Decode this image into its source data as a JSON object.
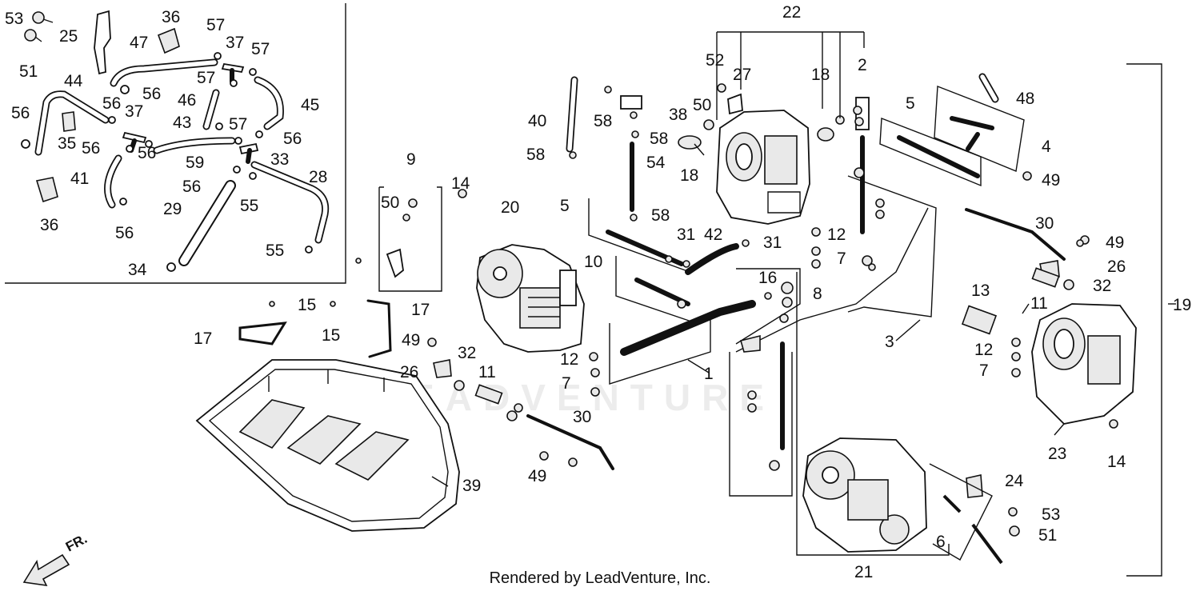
{
  "footer": "Rendered by LeadVenture, Inc.",
  "watermark": "LEADVENTURE",
  "direction_label": "FR.",
  "callouts": [
    {
      "id": "c53a",
      "label": "53"
    },
    {
      "id": "c51a",
      "label": "51"
    },
    {
      "id": "c25",
      "label": "25"
    },
    {
      "id": "c36a",
      "label": "36"
    },
    {
      "id": "c47",
      "label": "47"
    },
    {
      "id": "c57a",
      "label": "57"
    },
    {
      "id": "c37a",
      "label": "37"
    },
    {
      "id": "c57b",
      "label": "57"
    },
    {
      "id": "c56a",
      "label": "56"
    },
    {
      "id": "c57c",
      "label": "57"
    },
    {
      "id": "c44",
      "label": "44"
    },
    {
      "id": "c46",
      "label": "46"
    },
    {
      "id": "c45",
      "label": "45"
    },
    {
      "id": "c56b",
      "label": "56"
    },
    {
      "id": "c56c",
      "label": "56"
    },
    {
      "id": "c37b",
      "label": "37"
    },
    {
      "id": "c43",
      "label": "43"
    },
    {
      "id": "c57d",
      "label": "57"
    },
    {
      "id": "c56d",
      "label": "56"
    },
    {
      "id": "c35",
      "label": "35"
    },
    {
      "id": "c56e",
      "label": "56"
    },
    {
      "id": "c56f",
      "label": "56"
    },
    {
      "id": "c59",
      "label": "59"
    },
    {
      "id": "c33",
      "label": "33"
    },
    {
      "id": "c41",
      "label": "41"
    },
    {
      "id": "c56g",
      "label": "56"
    },
    {
      "id": "c28",
      "label": "28"
    },
    {
      "id": "c29",
      "label": "29"
    },
    {
      "id": "c55a",
      "label": "55"
    },
    {
      "id": "c36b",
      "label": "36"
    },
    {
      "id": "c56h",
      "label": "56"
    },
    {
      "id": "c55b",
      "label": "55"
    },
    {
      "id": "c34",
      "label": "34"
    },
    {
      "id": "c9",
      "label": "9"
    },
    {
      "id": "c50a",
      "label": "50"
    },
    {
      "id": "c14a",
      "label": "14"
    },
    {
      "id": "c20",
      "label": "20"
    },
    {
      "id": "c40",
      "label": "40"
    },
    {
      "id": "c58a",
      "label": "58"
    },
    {
      "id": "c58b",
      "label": "58"
    },
    {
      "id": "c58c",
      "label": "58"
    },
    {
      "id": "c54",
      "label": "54"
    },
    {
      "id": "c5a",
      "label": "5"
    },
    {
      "id": "c58d",
      "label": "58"
    },
    {
      "id": "c52",
      "label": "52"
    },
    {
      "id": "c27",
      "label": "27"
    },
    {
      "id": "c22",
      "label": "22"
    },
    {
      "id": "c18a",
      "label": "18"
    },
    {
      "id": "c2",
      "label": "2"
    },
    {
      "id": "c50b",
      "label": "50"
    },
    {
      "id": "c38",
      "label": "38"
    },
    {
      "id": "c18b",
      "label": "18"
    },
    {
      "id": "c31a",
      "label": "31"
    },
    {
      "id": "c42",
      "label": "42"
    },
    {
      "id": "c31b",
      "label": "31"
    },
    {
      "id": "c10",
      "label": "10"
    },
    {
      "id": "c16",
      "label": "16"
    },
    {
      "id": "c8",
      "label": "8"
    },
    {
      "id": "c12a",
      "label": "12"
    },
    {
      "id": "c7a",
      "label": "7"
    },
    {
      "id": "c5b",
      "label": "5"
    },
    {
      "id": "c48",
      "label": "48"
    },
    {
      "id": "c4",
      "label": "4"
    },
    {
      "id": "c49a",
      "label": "49"
    },
    {
      "id": "c30a",
      "label": "30"
    },
    {
      "id": "c49b",
      "label": "49"
    },
    {
      "id": "c26a",
      "label": "26"
    },
    {
      "id": "c32a",
      "label": "32"
    },
    {
      "id": "c11a",
      "label": "11"
    },
    {
      "id": "c13",
      "label": "13"
    },
    {
      "id": "c19",
      "label": "19"
    },
    {
      "id": "c12b",
      "label": "12"
    },
    {
      "id": "c7b",
      "label": "7"
    },
    {
      "id": "c23",
      "label": "23"
    },
    {
      "id": "c14b",
      "label": "14"
    },
    {
      "id": "c15a",
      "label": "15"
    },
    {
      "id": "c15b",
      "label": "15"
    },
    {
      "id": "c17a",
      "label": "17"
    },
    {
      "id": "c17b",
      "label": "17"
    },
    {
      "id": "c49c",
      "label": "49"
    },
    {
      "id": "c32b",
      "label": "32"
    },
    {
      "id": "c26b",
      "label": "26"
    },
    {
      "id": "c11b",
      "label": "11"
    },
    {
      "id": "c12c",
      "label": "12"
    },
    {
      "id": "c7c",
      "label": "7"
    },
    {
      "id": "c1",
      "label": "1"
    },
    {
      "id": "c3",
      "label": "3"
    },
    {
      "id": "c30b",
      "label": "30"
    },
    {
      "id": "c49d",
      "label": "49"
    },
    {
      "id": "c39",
      "label": "39"
    },
    {
      "id": "c24",
      "label": "24"
    },
    {
      "id": "c53b",
      "label": "53"
    },
    {
      "id": "c51b",
      "label": "51"
    },
    {
      "id": "c6",
      "label": "6"
    },
    {
      "id": "c21",
      "label": "21"
    }
  ]
}
